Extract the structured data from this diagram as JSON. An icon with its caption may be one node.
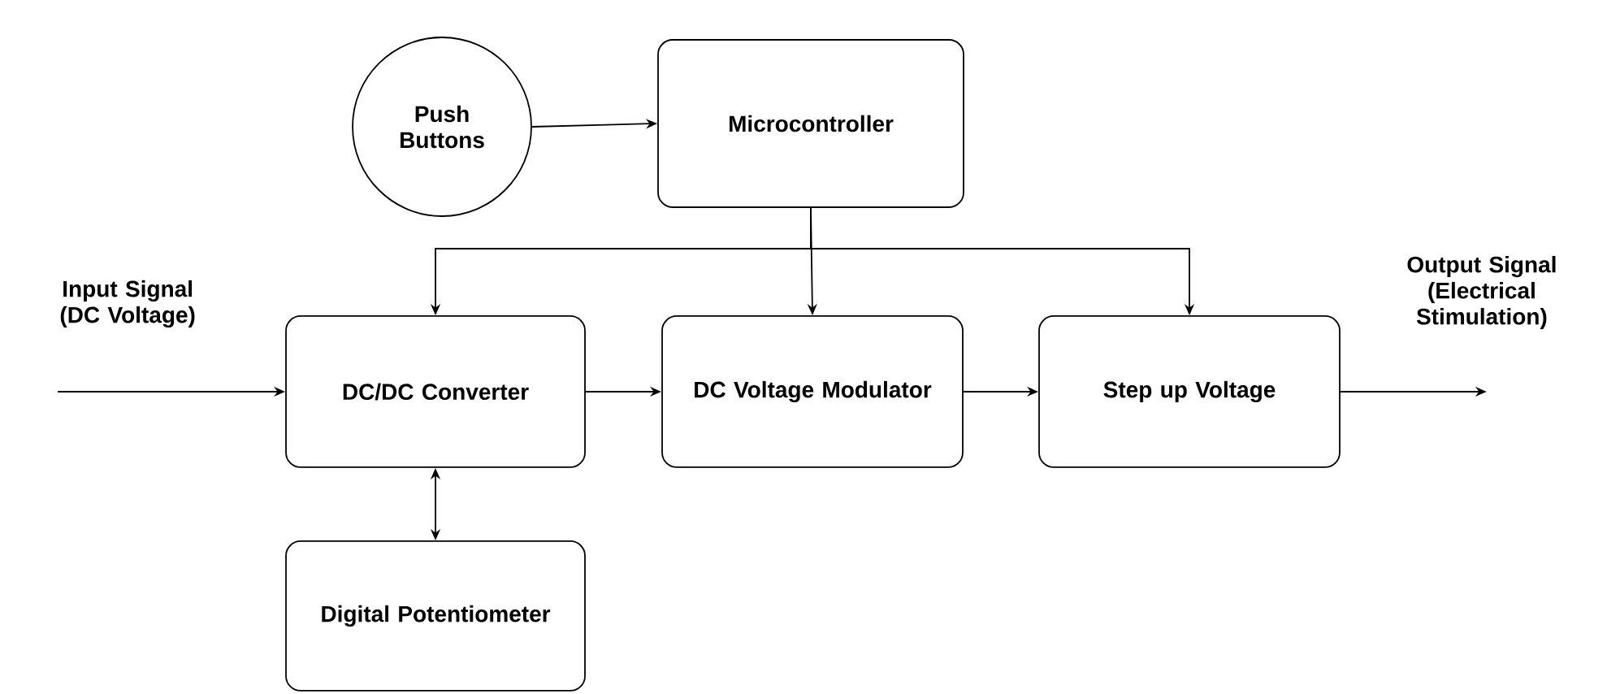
{
  "diagram": {
    "nodes": [
      {
        "text": [
          "Push Buttons"
        ]
      },
      {
        "text": [
          "Microcontroller"
        ]
      },
      {
        "text": [
          "DC/DC Converter"
        ]
      },
      {
        "text": [
          "DC Voltage Modulator"
        ]
      },
      {
        "text": [
          "Step up Voltage"
        ]
      },
      {
        "text": [
          "Digital Potentiometer"
        ]
      }
    ],
    "edges": [
      {
        "from": 0,
        "to": 1,
        "arrow": "to"
      },
      {
        "from": 1,
        "to": 2,
        "arrow": "to"
      },
      {
        "from": 1,
        "to": 3,
        "arrow": "to"
      },
      {
        "from": 1,
        "to": 4,
        "arrow": "to"
      },
      {
        "from": 2,
        "to": 3,
        "arrow": "to"
      },
      {
        "from": 3,
        "to": 4,
        "arrow": "to"
      },
      {
        "from": 2,
        "to": 5,
        "arrow": "both"
      },
      {
        "from": null,
        "to": 2,
        "arrow": "to",
        "label": "Input Signal (DC Voltage)"
      },
      {
        "from": 4,
        "to": null,
        "arrow": "to",
        "label": "Output Signal (Electrical Stimulation)"
      }
    ]
  }
}
